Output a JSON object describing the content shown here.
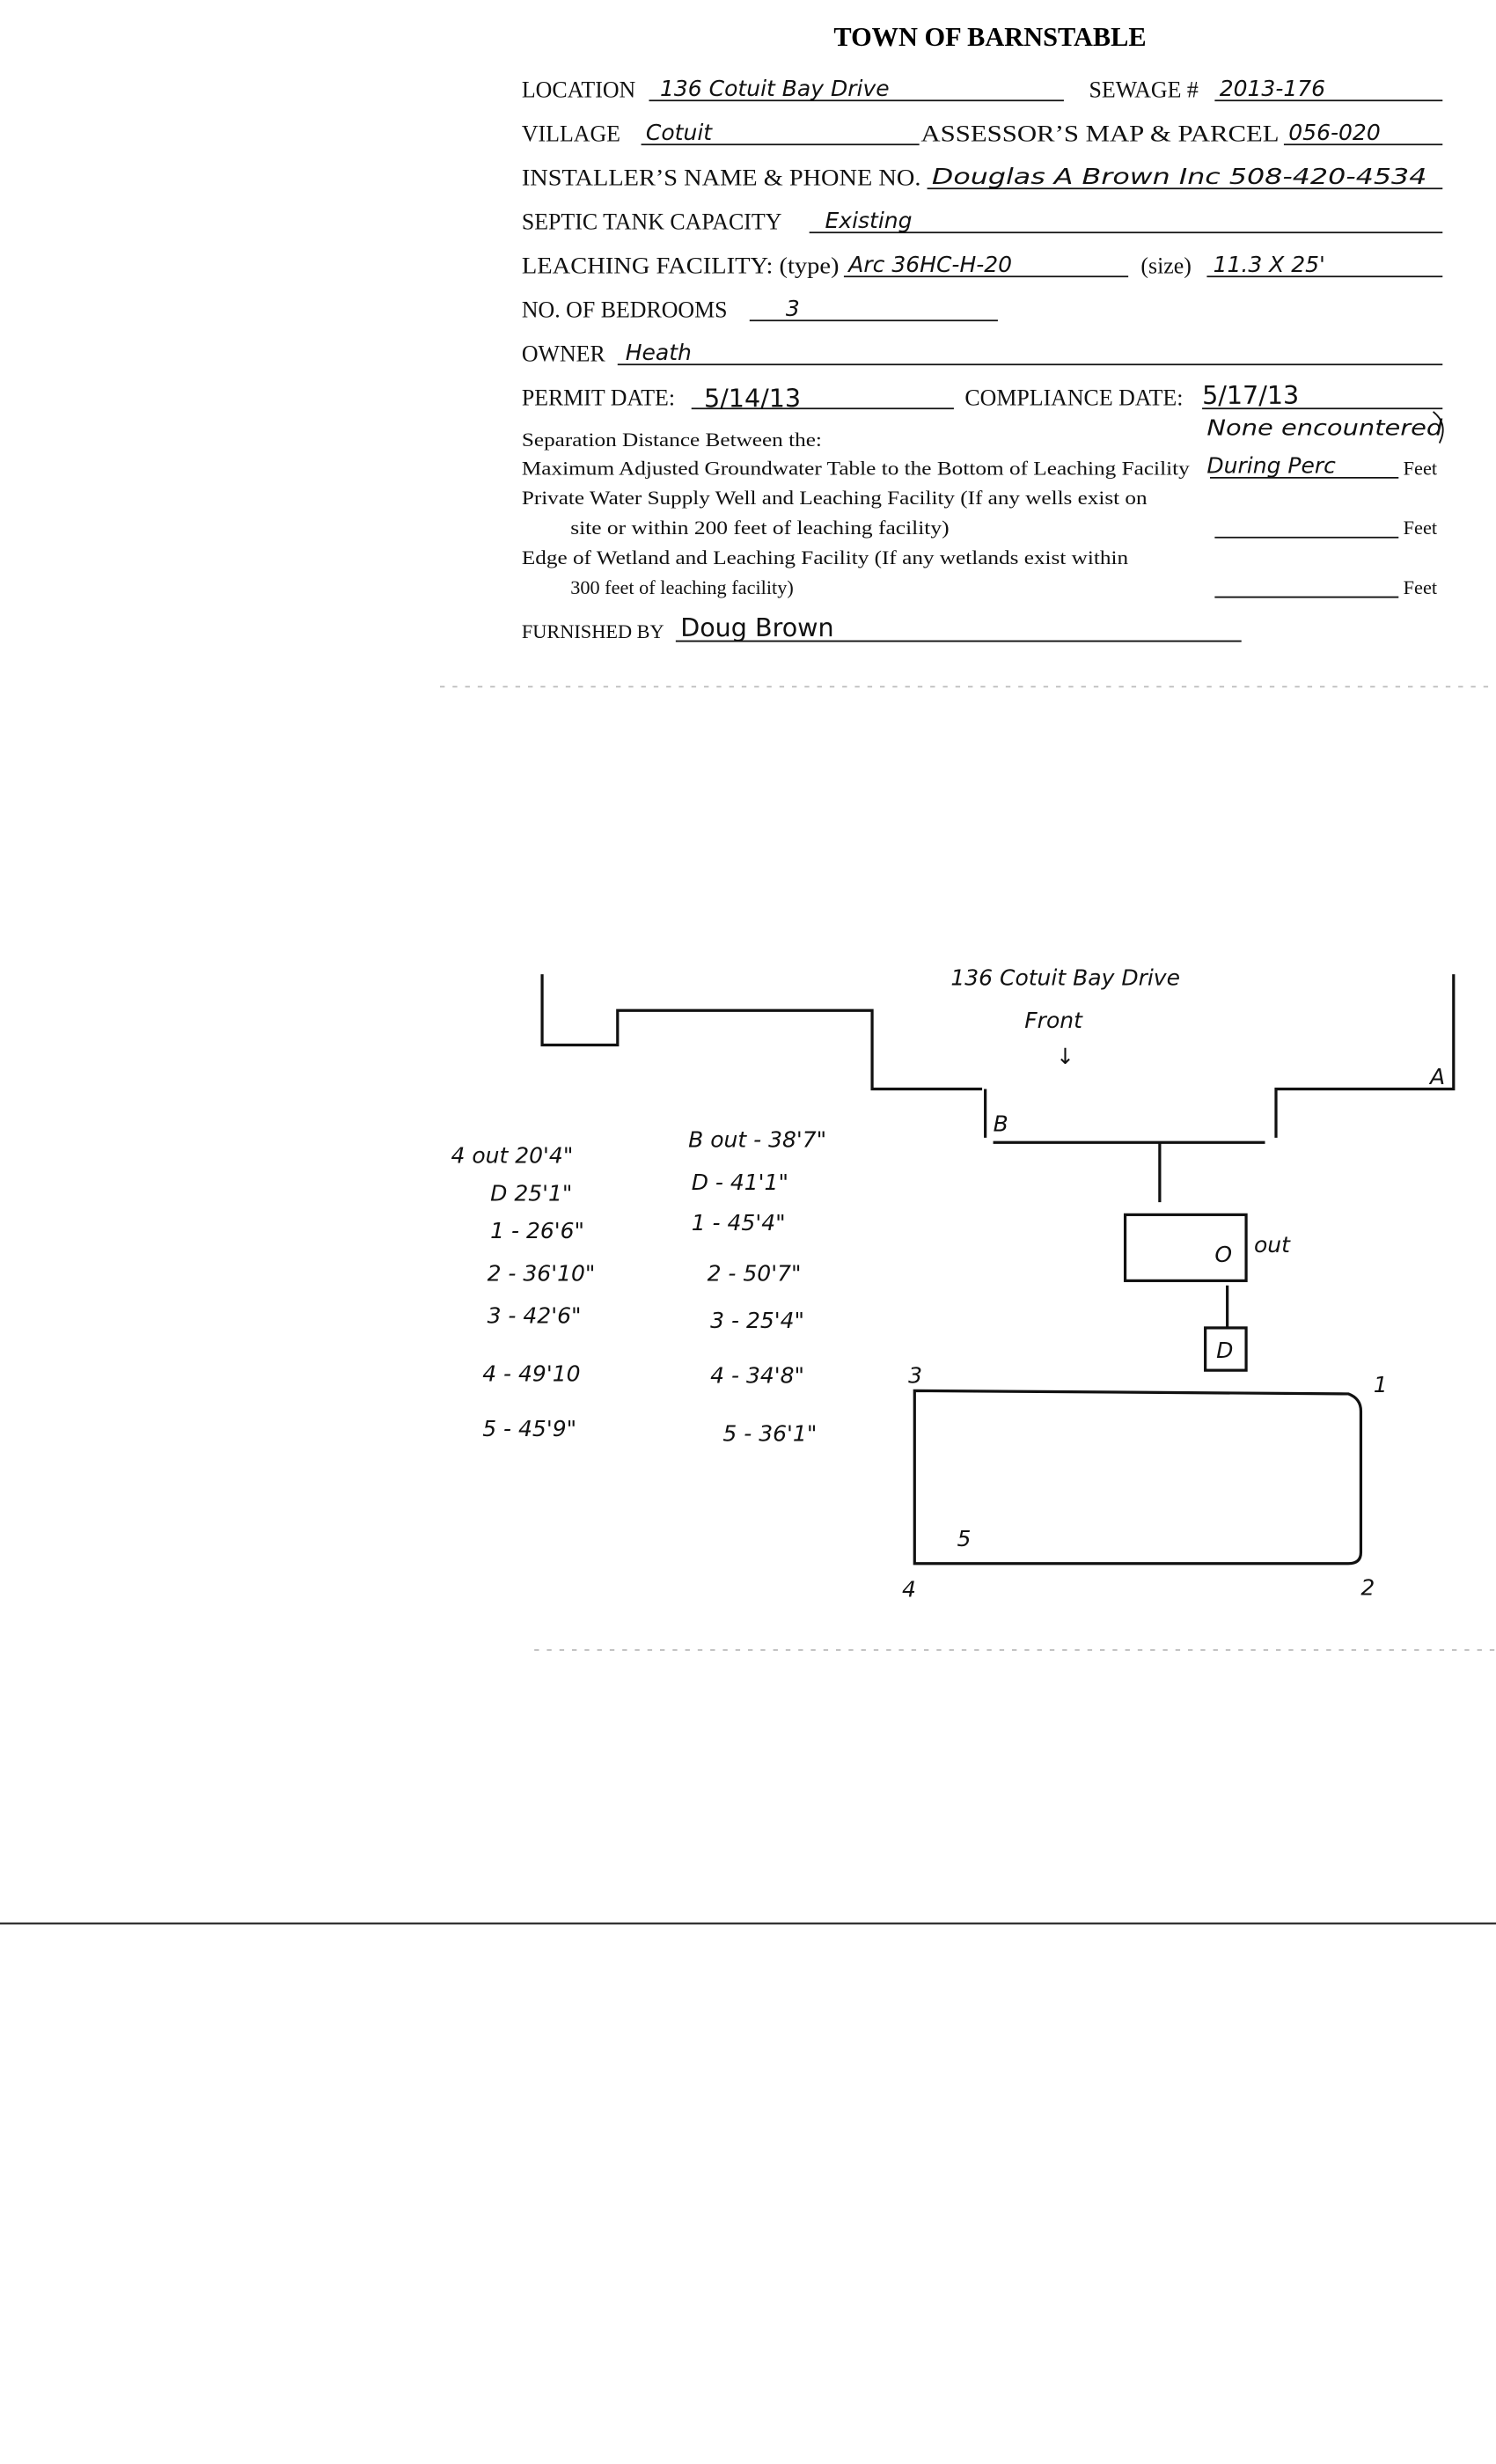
{
  "form": {
    "title": "TOWN OF BARNSTABLE",
    "location_label": "LOCATION",
    "location_value": "136 Cotuit Bay Drive",
    "sewage_label": "SEWAGE #",
    "sewage_value": "2013-176",
    "village_label": "VILLAGE",
    "village_value": "Cotuit",
    "parcel_label": "ASSESSOR’S MAP & PARCEL",
    "parcel_value": "056-020",
    "installer_label": "INSTALLER’S NAME & PHONE NO.",
    "installer_value": "Douglas A Brown Inc 508-420-4534",
    "septic_label": "SEPTIC TANK CAPACITY",
    "septic_value": "Existing",
    "leaching_label": "LEACHING FACILITY: (type)",
    "leaching_value": "Arc 36HC-H-20",
    "size_label": "(size)",
    "size_value": "11.3 X 25'",
    "bedrooms_label": "NO. OF BEDROOMS",
    "bedrooms_value": "3",
    "owner_label": "OWNER",
    "owner_value": "Heath",
    "permit_label": "PERMIT DATE:",
    "permit_value": "5/14/13",
    "compliance_label": "COMPLIANCE DATE:",
    "compliance_value": "5/17/13",
    "separation_label": "Separation Distance Between the:",
    "none_note": "None encountered",
    "groundwater_label": "Maximum Adjusted Groundwater Table to the Bottom of Leaching Facility",
    "groundwater_value": "During Perc",
    "well_label_1": "Private Water Supply Well and Leaching Facility (If any wells exist on",
    "well_label_2": "site or within 200 feet of leaching facility)",
    "wetland_label_1": "Edge of Wetland and Leaching Facility (If any wetlands exist within",
    "wetland_label_2": "300 feet of leaching facility)",
    "feet": "Feet",
    "furnished_label": "FURNISHED BY",
    "furnished_value": "Doug Brown"
  },
  "sketch": {
    "address": "136 Cotuit Bay Drive",
    "front": "Front",
    "arrow": "↓",
    "corner_a": "A",
    "corner_b": "B",
    "tank": "O",
    "tank_out": "out",
    "dbox": "D",
    "field_corners": [
      "1",
      "2",
      "3",
      "4",
      "5"
    ],
    "ties_a": [
      "4 out 20'4\"",
      "D 25'1\"",
      "1 - 26'6\"",
      "2 - 36'10\"",
      "3 - 42'6\"",
      "4 - 49'10",
      "5 - 45'9\""
    ],
    "ties_b": [
      "B out - 38'7\"",
      "D - 41'1\"",
      "1 - 45'4\"",
      "2 - 50'7\"",
      "3 - 25'4\"",
      "4 - 34'8\"",
      "5 - 36'1\""
    ]
  }
}
